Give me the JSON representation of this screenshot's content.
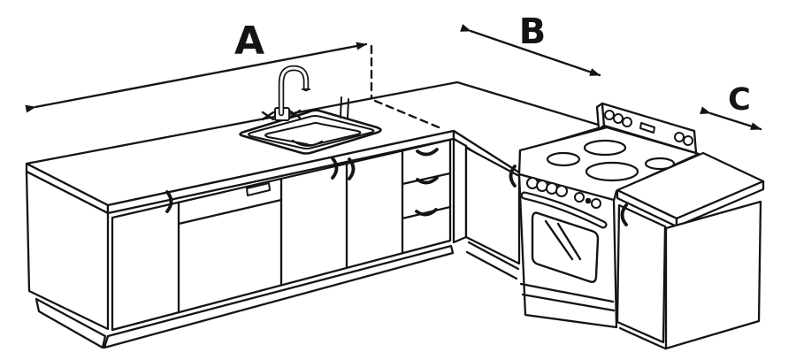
{
  "diagram": {
    "type": "kitchen-dimension-line-art",
    "background_color": "#ffffff",
    "line_color": "#141414",
    "labels": [
      {
        "id": "A",
        "text": "A"
      },
      {
        "id": "B",
        "text": "B"
      },
      {
        "id": "C",
        "text": "C"
      }
    ]
  }
}
